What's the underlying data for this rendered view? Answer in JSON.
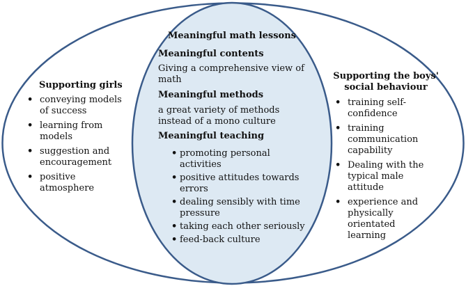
{
  "diagram": {
    "colors": {
      "outer_fill": "#ffffff",
      "inner_fill": "#dde9f3",
      "stroke": "#3a5b8a"
    },
    "center": {
      "title": "Meaningful math lessons",
      "contents_heading": "Meaningful contents",
      "contents_text": "Giving a comprehensive view of math",
      "methods_heading": "Meaningful methods",
      "methods_text": "a great variety of methods instead of a  mono culture",
      "teaching_heading": "Meaningful teaching",
      "teaching_items": [
        "promoting personal activities",
        "positive attitudes towards errors",
        "dealing sensibly with time pressure",
        "taking each other seriously",
        "feed-back culture"
      ]
    },
    "left": {
      "heading": "Supporting girls",
      "items": [
        "conveying models of success",
        "learning from models",
        "suggestion and encouragement",
        "positive atmosphere"
      ]
    },
    "right": {
      "heading": "Supporting the boys' social behaviour",
      "items": [
        "training self-confidence",
        "training communication capability",
        "Dealing with the typical male attitude",
        "experience and physically orientated learning"
      ]
    }
  }
}
